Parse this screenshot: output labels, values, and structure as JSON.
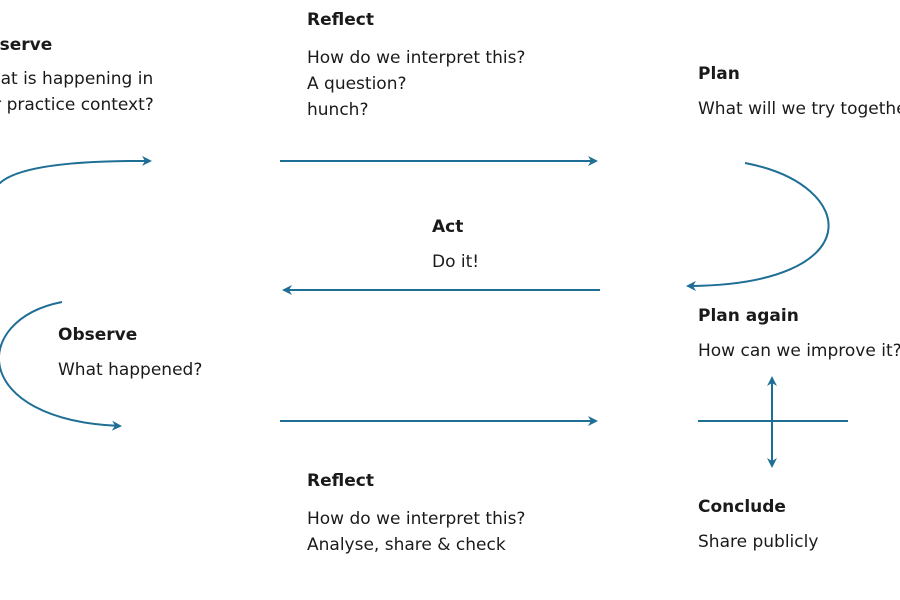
{
  "colors": {
    "arrow": "#1f6e96",
    "text": "#1a1a1a",
    "background": "#ffffff"
  },
  "steps": {
    "observe1": {
      "title": "Observe",
      "lines": [
        "What is happening in",
        "our practice context?"
      ]
    },
    "reflect1": {
      "title": "Reflect",
      "lines": [
        "How do we interpret this?",
        "A question?",
        "hunch?"
      ]
    },
    "plan": {
      "title": "Plan",
      "lines": [
        "What will we try together?"
      ]
    },
    "act": {
      "title": "Act",
      "lines": [
        "Do it!"
      ]
    },
    "observe2": {
      "title": "Observe",
      "lines": [
        "What happened?"
      ]
    },
    "plan_again": {
      "title": "Plan again",
      "lines": [
        "How can we improve it?"
      ]
    },
    "reflect2": {
      "title": "Reflect",
      "lines": [
        "How do we interpret this?",
        "Analyse, share & check"
      ]
    },
    "conclude": {
      "title": "Conclude",
      "lines": [
        "Share publicly"
      ]
    }
  }
}
